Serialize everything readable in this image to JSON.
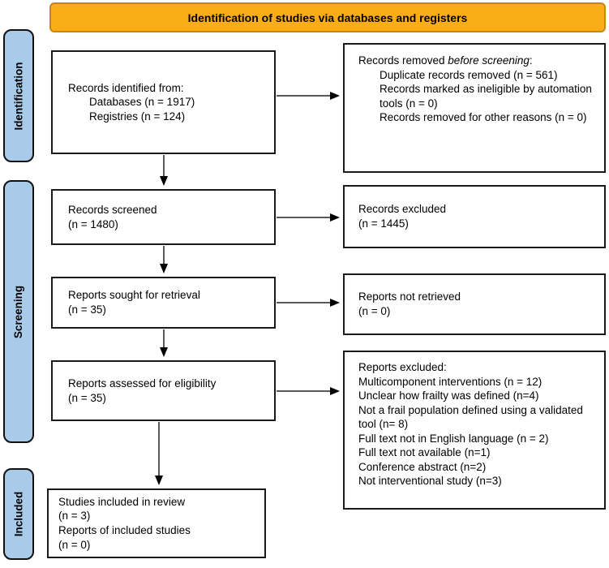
{
  "header": {
    "title": "Identification of studies via databases and registers"
  },
  "sidebar": {
    "items": [
      {
        "label": "Identification"
      },
      {
        "label": "Screening"
      },
      {
        "label": "Included"
      }
    ]
  },
  "boxes": {
    "identified": {
      "title": "Records identified from:",
      "items": [
        "Databases (n = 1917)",
        "Registries (n = 124)"
      ]
    },
    "removed": {
      "prefix": "Records removed ",
      "italic": "before screening",
      "suffix": ":",
      "items": [
        "Duplicate records removed (n = 561)",
        "Records marked as ineligible by automation tools (n = 0)",
        "Records removed for other reasons (n = 0)"
      ]
    },
    "screened": {
      "lines": [
        "Records screened",
        "(n = 1480)"
      ]
    },
    "excluded": {
      "lines": [
        "Records excluded",
        "(n = 1445)"
      ]
    },
    "sought": {
      "lines": [
        "Reports sought for retrieval",
        "(n = 35)"
      ]
    },
    "not_retrieved": {
      "lines": [
        "Reports not retrieved",
        "(n = 0)"
      ]
    },
    "assessed": {
      "lines": [
        "Reports assessed for eligibility",
        "(n = 35)"
      ]
    },
    "reports_excluded": {
      "title": "Reports excluded:",
      "items": [
        "Multicomponent interventions (n = 12)",
        "Unclear how frailty was defined (n=4)",
        "Not a frail population defined using a validated tool (n= 8)",
        "Full text not in English language (n = 2)",
        "Full text not available (n=1)",
        "Conference abstract (n=2)",
        "Not interventional study (n=3)"
      ]
    },
    "included": {
      "lines": [
        "Studies included in review",
        "(n = 3)",
        "Reports of included studies",
        "(n = 0)"
      ]
    }
  },
  "colors": {
    "banner_fill": "#FBAD18",
    "banner_border": "#C8860A",
    "stage_fill": "#A9CBEA",
    "box_border": "#1A1A1A",
    "arrow": "#595959"
  }
}
